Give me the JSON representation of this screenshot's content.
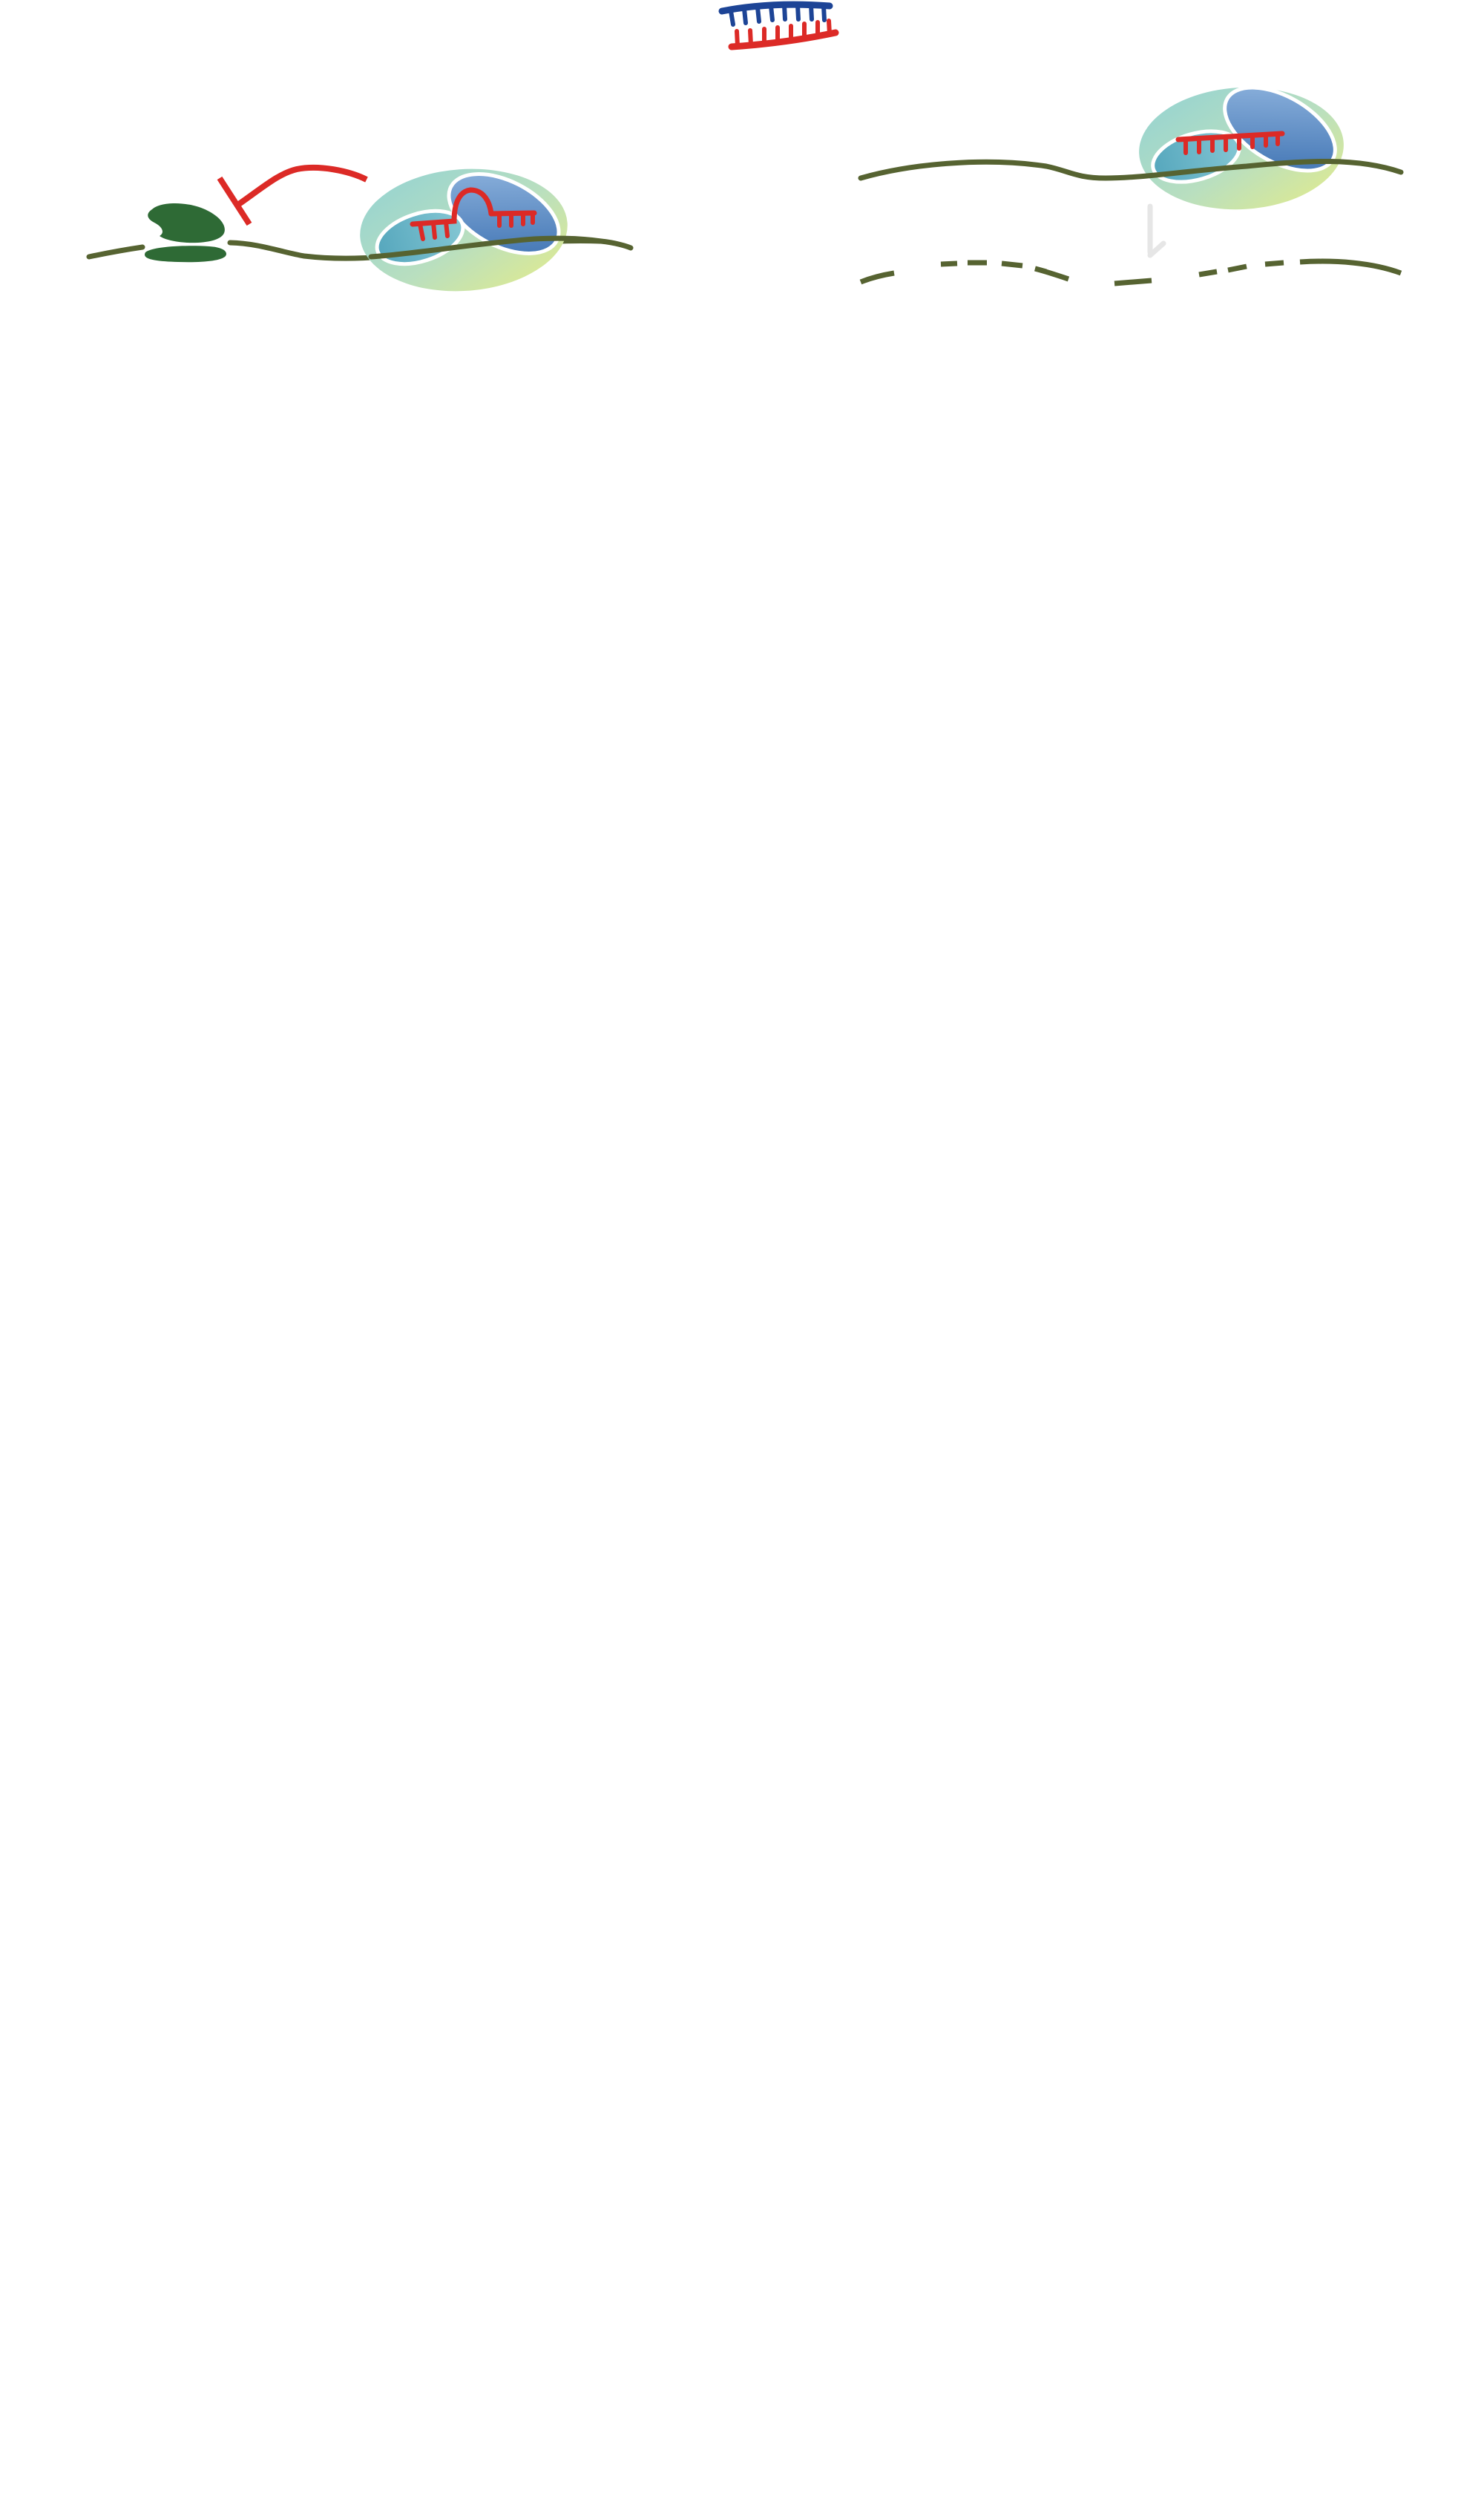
{
  "diagram": {
    "colors": {
      "mrna": "#566331",
      "sirna_guide": "#dc2a26",
      "sirna_passenger": "#1d4496",
      "ribosome": "#2e6a35",
      "risc_teal": "#5fb3c6",
      "risc_blue": "#3f78b7",
      "risc_yellow": "#d8e581",
      "cleavage_arrow": "#e6e6e6"
    },
    "panels": [
      {
        "mechanism": "translational-repression",
        "elements": [
          "ribosome",
          "inhibition-bar",
          "risc-complex",
          "guide-rna",
          "mrna-strand"
        ]
      },
      {
        "mechanism": "mrna-cleavage",
        "elements": [
          "risc-complex",
          "guide-rna",
          "mrna-strand",
          "cleavage-arrow",
          "degraded-mrna"
        ]
      }
    ],
    "duplex": {
      "strands": [
        "passenger-strand",
        "guide-strand"
      ]
    },
    "icons": [
      "sirna-duplex-icon",
      "ribosome-icon",
      "inhibition-icon",
      "risc-complex-icon",
      "cleavage-arrow-icon"
    ]
  }
}
